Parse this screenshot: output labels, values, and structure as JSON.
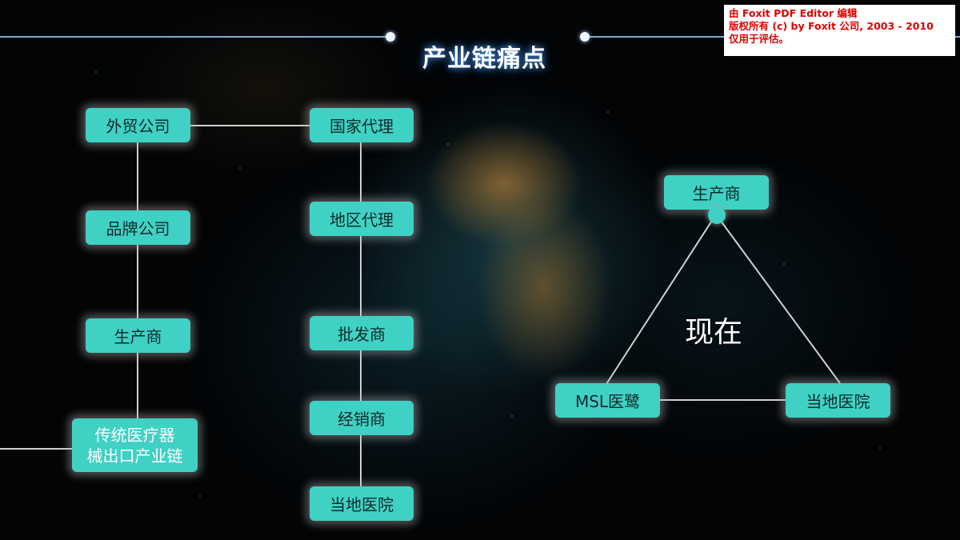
{
  "slide": {
    "title": "产业链痛点",
    "center_label": "现在",
    "colors": {
      "node_fill": "#3fd1c4",
      "node_text": "#0f2a2a",
      "line": "#d0d0d0",
      "title_glow": "#3a7fd0",
      "header_line": "#7fa8d8"
    }
  },
  "left_chain": {
    "nodes": [
      {
        "id": "waimao",
        "label": "外贸公司"
      },
      {
        "id": "pinpai",
        "label": "品牌公司"
      },
      {
        "id": "shengchan",
        "label": "生产商"
      },
      {
        "id": "traditional",
        "line1": "传统医疗器",
        "line2": "械出口产业链"
      }
    ]
  },
  "middle_chain": {
    "nodes": [
      {
        "id": "guojia",
        "label": "国家代理"
      },
      {
        "id": "diqu",
        "label": "地区代理"
      },
      {
        "id": "pifa",
        "label": "批发商"
      },
      {
        "id": "jingxiao",
        "label": "经销商"
      },
      {
        "id": "yiyuan",
        "label": "当地医院"
      }
    ]
  },
  "triangle": {
    "nodes": [
      {
        "id": "top",
        "label": "生产商"
      },
      {
        "id": "left",
        "label": "MSL医鹭"
      },
      {
        "id": "right",
        "label": "当地医院"
      }
    ]
  },
  "watermark": {
    "line1": "由 Foxit PDF Editor 编辑",
    "line2": "版权所有 (c) by Foxit 公司, 2003 - 2010",
    "line3": "仅用于评估。"
  }
}
